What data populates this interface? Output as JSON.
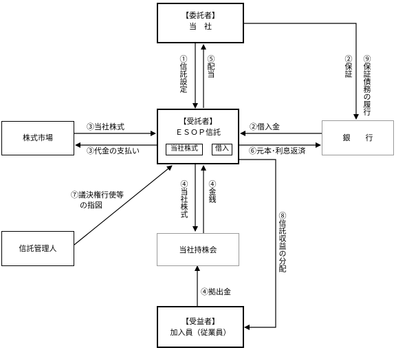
{
  "nodes": {
    "trustor": {
      "title": "【委託者】",
      "name": "当　社"
    },
    "trustee": {
      "title": "【受託者】",
      "name": "ＥＳＯＰ信託",
      "tag_shares": "当社株式",
      "tag_loan": "借入"
    },
    "stock_market": {
      "name": "株式市場"
    },
    "bank": {
      "name": "銀　　行"
    },
    "trust_manager": {
      "name": "信託管理人"
    },
    "holding_assoc": {
      "name": "当社持株会"
    },
    "beneficiary": {
      "title": "【受益者】",
      "name": "加入員（従業員）"
    }
  },
  "edges": {
    "e1": "①信託設定",
    "e2": "②保証",
    "e2_loan": "②借入金",
    "e3_shares": "③当社株式",
    "e3_payment": "③代金の支払い",
    "e4_shares": "④当社株式",
    "e4_money": "④金銭",
    "e4_contribution": "④拠出金",
    "e5": "⑤配当",
    "e6": "⑥元本･利息返済",
    "e7_line1": "⑦議決権行使等",
    "e7_line2": "の指図",
    "e8": "⑧信託収益の分配",
    "e9": "⑨保証債務の履行"
  }
}
